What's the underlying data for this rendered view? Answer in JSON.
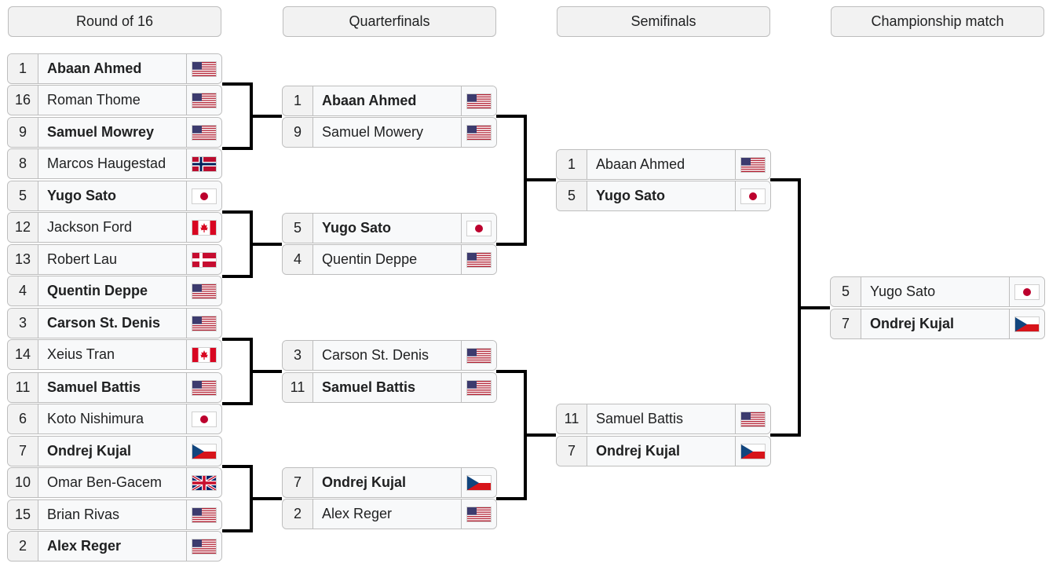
{
  "rounds": [
    "Round of 16",
    "Quarterfinals",
    "Semifinals",
    "Championship match"
  ],
  "r16": [
    {
      "seed": "1",
      "name": "Abaan Ahmed",
      "flag": "usa",
      "winner": true
    },
    {
      "seed": "16",
      "name": "Roman Thome",
      "flag": "usa",
      "winner": false
    },
    {
      "seed": "9",
      "name": "Samuel Mowrey",
      "flag": "usa",
      "winner": true
    },
    {
      "seed": "8",
      "name": "Marcos Haugestad",
      "flag": "norway",
      "winner": false
    },
    {
      "seed": "5",
      "name": "Yugo Sato",
      "flag": "japan",
      "winner": true
    },
    {
      "seed": "12",
      "name": "Jackson Ford",
      "flag": "canada",
      "winner": false
    },
    {
      "seed": "13",
      "name": "Robert Lau",
      "flag": "denmark",
      "winner": false
    },
    {
      "seed": "4",
      "name": "Quentin Deppe",
      "flag": "usa",
      "winner": true
    },
    {
      "seed": "3",
      "name": "Carson St. Denis",
      "flag": "usa",
      "winner": true
    },
    {
      "seed": "14",
      "name": "Xeius Tran",
      "flag": "canada",
      "winner": false
    },
    {
      "seed": "11",
      "name": "Samuel Battis",
      "flag": "usa",
      "winner": true
    },
    {
      "seed": "6",
      "name": "Koto Nishimura",
      "flag": "japan",
      "winner": false
    },
    {
      "seed": "7",
      "name": "Ondrej Kujal",
      "flag": "czech",
      "winner": true
    },
    {
      "seed": "10",
      "name": "Omar Ben-Gacem",
      "flag": "uk",
      "winner": false
    },
    {
      "seed": "15",
      "name": "Brian Rivas",
      "flag": "usa",
      "winner": false
    },
    {
      "seed": "2",
      "name": "Alex Reger",
      "flag": "usa",
      "winner": true
    }
  ],
  "qf": [
    {
      "seed": "1",
      "name": "Abaan Ahmed",
      "flag": "usa",
      "winner": true
    },
    {
      "seed": "9",
      "name": "Samuel Mowery",
      "flag": "usa",
      "winner": false
    },
    {
      "seed": "5",
      "name": "Yugo Sato",
      "flag": "japan",
      "winner": true
    },
    {
      "seed": "4",
      "name": "Quentin Deppe",
      "flag": "usa",
      "winner": false
    },
    {
      "seed": "3",
      "name": "Carson St. Denis",
      "flag": "usa",
      "winner": false
    },
    {
      "seed": "11",
      "name": "Samuel Battis",
      "flag": "usa",
      "winner": true
    },
    {
      "seed": "7",
      "name": "Ondrej Kujal",
      "flag": "czech",
      "winner": true
    },
    {
      "seed": "2",
      "name": "Alex Reger",
      "flag": "usa",
      "winner": false
    }
  ],
  "sf": [
    {
      "seed": "1",
      "name": "Abaan Ahmed",
      "flag": "usa",
      "winner": false
    },
    {
      "seed": "5",
      "name": "Yugo Sato",
      "flag": "japan",
      "winner": true
    },
    {
      "seed": "11",
      "name": "Samuel Battis",
      "flag": "usa",
      "winner": false
    },
    {
      "seed": "7",
      "name": "Ondrej Kujal",
      "flag": "czech",
      "winner": true
    }
  ],
  "final": [
    {
      "seed": "5",
      "name": "Yugo Sato",
      "flag": "japan",
      "winner": false
    },
    {
      "seed": "7",
      "name": "Ondrej Kujal",
      "flag": "czech",
      "winner": true
    }
  ],
  "colors": {
    "header_bg": "#f2f2f2",
    "slot_bg": "#f8f9fa",
    "border": "#bdbdbd",
    "connector": "#000000"
  }
}
